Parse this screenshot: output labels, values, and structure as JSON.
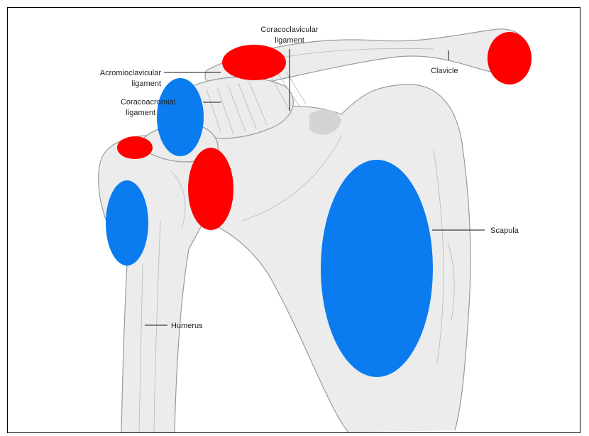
{
  "labels": {
    "coracoclavicular_1": "Coracoclavicular",
    "coracoclavicular_2": "ligament",
    "acromioclavicular_1": "Acromioclavicular",
    "acromioclavicular_2": "ligament",
    "coracoacromial_1": "Coracoacromial",
    "coracoacromial_2": "ligament",
    "clavicle": "Clavicle",
    "scapula": "Scapula",
    "humerus": "Humerus"
  },
  "colors": {
    "red_marker": "#ff0000",
    "blue_marker": "#0a7cf0",
    "background": "#ffffff",
    "bone_outline": "#9a9a9a"
  }
}
